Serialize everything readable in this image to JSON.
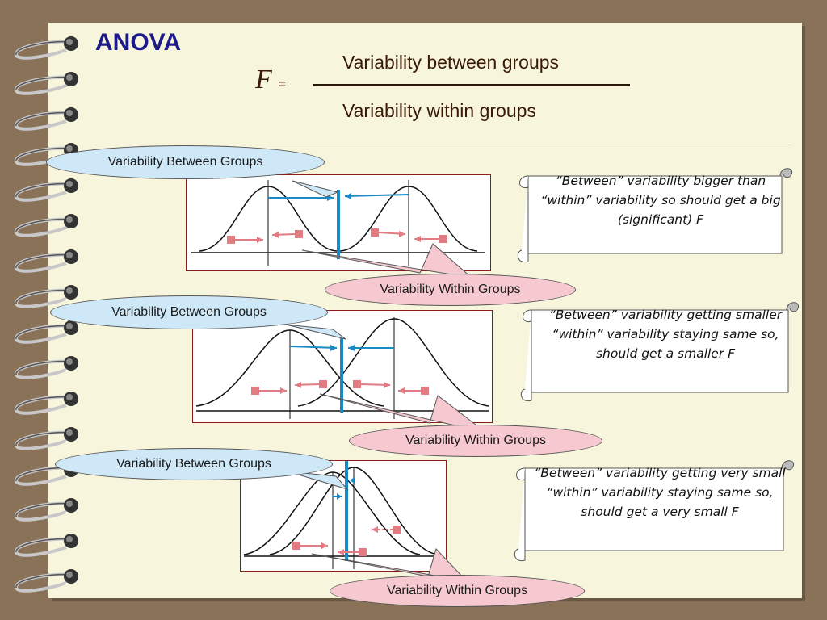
{
  "title": "ANOVA",
  "formula": {
    "lhs": "F",
    "equals": "=",
    "numerator": "Variability between groups",
    "denominator": "Variability within groups"
  },
  "panels": [
    {
      "between_label": "Variability Between Groups",
      "within_label": "Variability Within Groups",
      "note": "“Between” variability bigger than “within” variability so should get a big (significant) F"
    },
    {
      "between_label": "Variability Between Groups",
      "within_label": "Variability Within Groups",
      "note": "“Between” variability getting smaller “within” variability staying same so, should get a smaller F"
    },
    {
      "between_label": "Variability Between Groups",
      "within_label": "Variability Within Groups",
      "note": "“Between” variability getting very small “within” variability staying same so, should get a very small  F"
    }
  ],
  "colors": {
    "title": "#1d1a8a",
    "text": "#3a1a05",
    "between_arrow": "#1a8ac4",
    "within_arrow": "#e07c82",
    "plot_border": "#8b1a1a",
    "between_ellipse": "#cfe8f7",
    "within_ellipse": "#f6c9d0",
    "background": "#8a7259",
    "page": "#f7f5dc"
  },
  "icons": [
    "spiral-binding-icon"
  ]
}
